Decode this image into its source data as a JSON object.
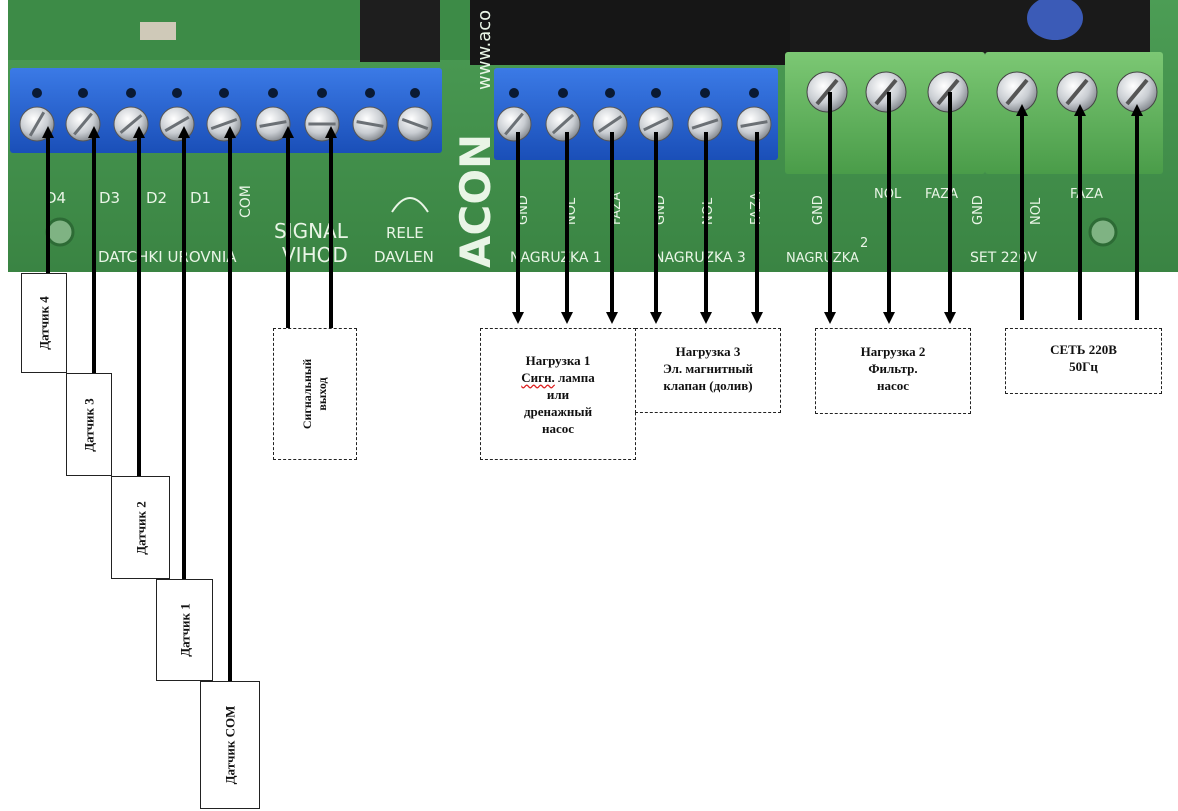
{
  "board": {
    "sensor_terminals": [
      "D4",
      "D3",
      "D2",
      "D1",
      "COM"
    ],
    "group_labels": [
      "DATCHKI UROVNIA",
      "SIGNAL VIHOD",
      "RELE DAVLEN"
    ],
    "signal_text": "SIGNAL",
    "vihod_text": "VIHOD",
    "rele_text": "RELE",
    "davlen_text": "DAVLEN",
    "brand": "ACON",
    "url": "www.aco",
    "load_pins_1": [
      "GND",
      "NOL",
      "FAZA"
    ],
    "load_pins_3": [
      "GND",
      "NOL",
      "FAZA"
    ],
    "load_pins_2": [
      "GND",
      "NOL",
      "FAZA"
    ],
    "set_pins": [
      "GND",
      "NOL",
      "FAZA"
    ],
    "nagruzka1": "NAGRUZKA 1",
    "nagruzka3": "NAGRUZKA 3",
    "nagruzka2": "NAGRUZKA",
    "nagruzka2_num": "2",
    "set_label": "SET 220V"
  },
  "labels": {
    "sensor4": "Датчик 4",
    "sensor3": "Датчик 3",
    "sensor2": "Датчик 2",
    "sensor1": "Датчик 1",
    "sensor_com": "Датчик COM",
    "signal_line1": "Сигнальный",
    "signal_line2": "выход",
    "load1_line1": "Нагрузка 1",
    "load1_line2a": "Сигн.",
    "load1_line2b": " лампа",
    "load1_line3": "или",
    "load1_line4": "дренажный",
    "load1_line5": "насос",
    "load3_line1": "Нагрузка 3",
    "load3_line2": "Эл. магнитный",
    "load3_line3": "клапан (долив)",
    "load2_line1": "Нагрузка 2",
    "load2_line2": "Фильтр.",
    "load2_line3": "насос",
    "mains_line1": "СЕТЬ 220В",
    "mains_line2": "50Гц"
  },
  "colors": {
    "pcb": "#3f8f4a",
    "terminal_blue": "#1f5fd0",
    "terminal_green": "#5fb25c",
    "arrow": "#000000"
  }
}
